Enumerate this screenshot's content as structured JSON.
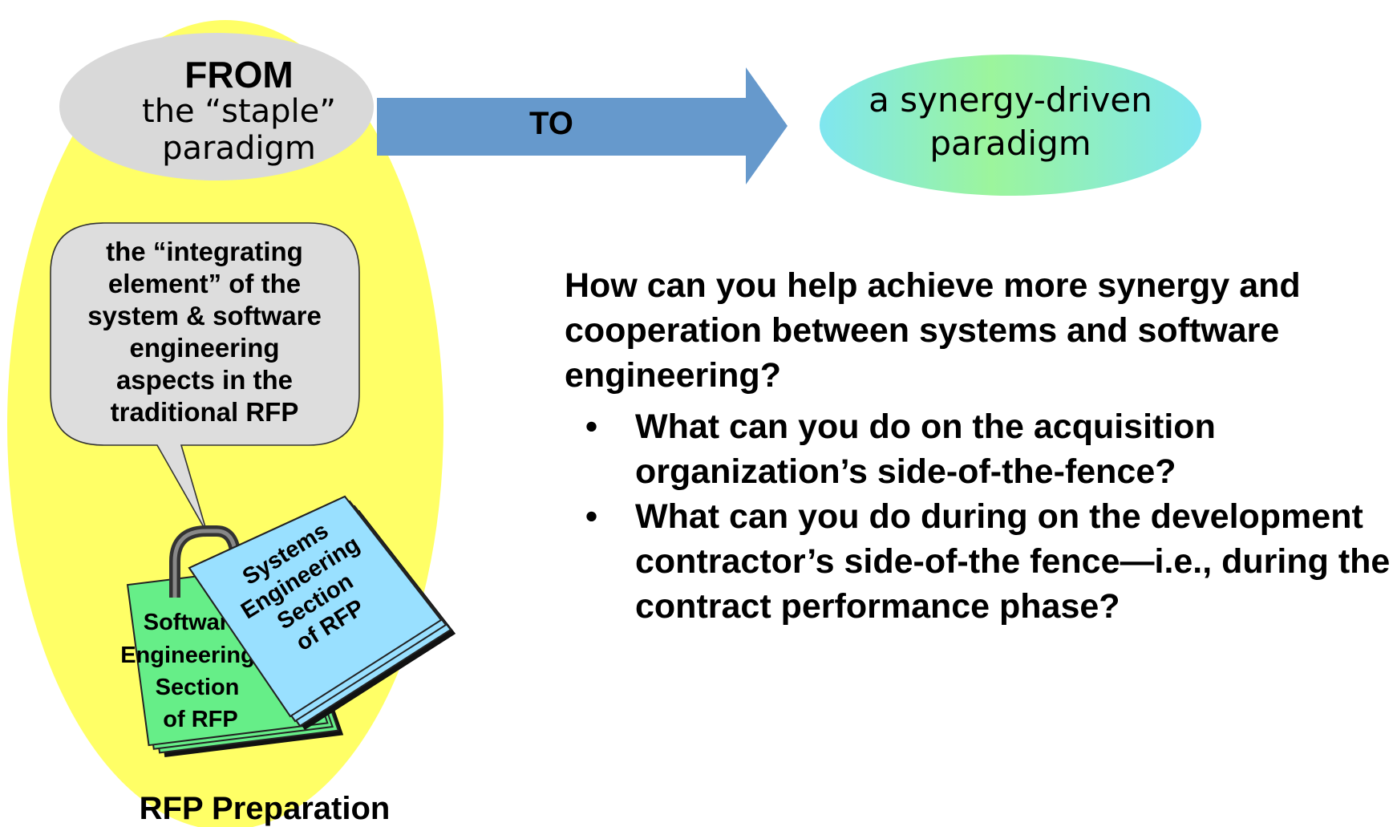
{
  "source": {
    "title": "FROM",
    "line1": "the “staple”",
    "line2": "paradigm"
  },
  "arrow_label": "TO",
  "target": {
    "line1": "a synergy-driven",
    "line2": "paradigm"
  },
  "callout": {
    "lines": [
      "the “integrating",
      "element” of the",
      "system & software",
      "engineering",
      "aspects in the",
      "traditional RFP"
    ]
  },
  "documents": {
    "software": [
      "Software",
      "Engineering",
      "Section",
      "of RFP"
    ],
    "systems": [
      "Systems",
      "Engineering",
      "Section",
      "of RFP"
    ]
  },
  "footer_label": "RFP Preparation",
  "question": "How can you help achieve more synergy and cooperation between systems and software engineering?",
  "bullets": [
    {
      "marker": "•",
      "text": "What can you do on the acquisition organization’s side-of-the-fence?"
    },
    {
      "marker": "•",
      "text": "What can you do during on the development contractor’s side-of-the fence—i.e., during the contract performance phase?"
    }
  ],
  "colors": {
    "yellow_ellipse": "#ffff66",
    "gray_ellipse": "#d9d9d9",
    "arrow": "#6699cc",
    "target_gradient_left": "#7fe6f0",
    "target_gradient_center": "#9cf59c",
    "callout_fill": "#dddddd",
    "software_doc": "#66ee88",
    "systems_doc": "#99e0ff"
  }
}
